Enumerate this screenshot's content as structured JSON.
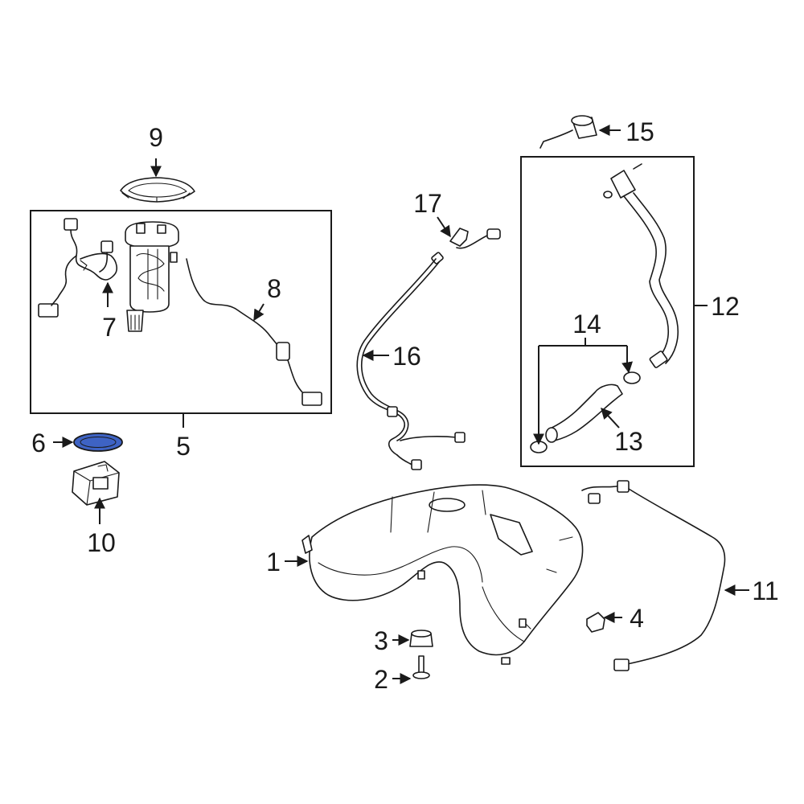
{
  "callouts": {
    "c1": "1",
    "c2": "2",
    "c3": "3",
    "c4": "4",
    "c5": "5",
    "c6": "6",
    "c7": "7",
    "c8": "8",
    "c9": "9",
    "c10": "10",
    "c11": "11",
    "c12": "12",
    "c13": "13",
    "c14": "14",
    "c15": "15",
    "c16": "16",
    "c17": "17"
  },
  "colors": {
    "line": "#1a1a1a",
    "highlight": "#3e63c4",
    "background": "#ffffff"
  }
}
